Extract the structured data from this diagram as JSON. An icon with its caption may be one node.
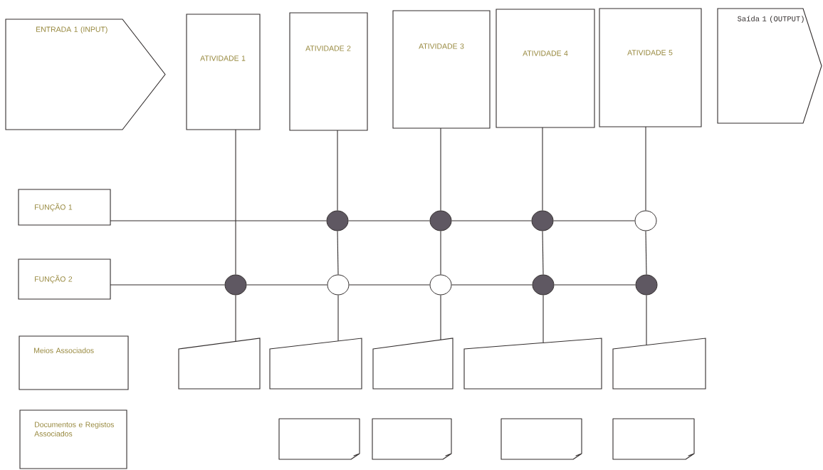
{
  "diagram": {
    "nodes": [
      {
        "text": [
          "ENTRADA 1 (INPUT)"
        ]
      },
      {
        "text": [
          "ATIVIDADE 1"
        ]
      },
      {
        "text": [
          "ATIVIDADE 2"
        ]
      },
      {
        "text": [
          "ATIVIDADE 3"
        ]
      },
      {
        "text": [
          "ATIVIDADE 4"
        ]
      },
      {
        "text": [
          "ATIVIDADE 5"
        ]
      },
      {
        "text": [
          "Saída 1 (OUTPUT)"
        ]
      },
      {
        "text": [
          "FUNÇÃO 1"
        ]
      },
      {
        "text": [
          "FUNÇÃO 2"
        ]
      },
      {
        "text": [
          "Meios Associados"
        ]
      },
      {
        "text": [
          "Documentos e Registos Associados"
        ]
      },
      {
        "text": [],
        "shape": "dot"
      },
      {
        "text": [],
        "shape": "dot"
      },
      {
        "text": [],
        "shape": "dot"
      },
      {
        "text": [],
        "shape": "circle"
      },
      {
        "text": [],
        "shape": "dot"
      },
      {
        "text": [],
        "shape": "circle"
      },
      {
        "text": [],
        "shape": "circle"
      },
      {
        "text": [],
        "shape": "dot"
      },
      {
        "text": [],
        "shape": "dot"
      },
      {
        "text": [],
        "shape": "trapezoid"
      },
      {
        "text": [],
        "shape": "trapezoid"
      },
      {
        "text": [],
        "shape": "trapezoid"
      },
      {
        "text": [],
        "shape": "trapezoid"
      },
      {
        "text": [],
        "shape": "trapezoid"
      },
      {
        "text": [],
        "shape": "document"
      },
      {
        "text": [],
        "shape": "document"
      },
      {
        "text": [],
        "shape": "document"
      },
      {
        "text": [],
        "shape": "document"
      }
    ],
    "edges": [
      {
        "from": 1,
        "to": 15,
        "arrow": "none"
      },
      {
        "from": 15,
        "to": 20,
        "arrow": "none"
      },
      {
        "from": 2,
        "to": 11,
        "arrow": "none"
      },
      {
        "from": 11,
        "to": 16,
        "arrow": "none"
      },
      {
        "from": 16,
        "to": 21,
        "arrow": "none"
      },
      {
        "from": 3,
        "to": 12,
        "arrow": "none"
      },
      {
        "from": 12,
        "to": 17,
        "arrow": "none"
      },
      {
        "from": 17,
        "to": 22,
        "arrow": "none"
      },
      {
        "from": 4,
        "to": 13,
        "arrow": "none"
      },
      {
        "from": 13,
        "to": 18,
        "arrow": "none"
      },
      {
        "from": 18,
        "to": 23,
        "arrow": "none"
      },
      {
        "from": 5,
        "to": 14,
        "arrow": "none"
      },
      {
        "from": 14,
        "to": 19,
        "arrow": "none"
      },
      {
        "from": 19,
        "to": 24,
        "arrow": "none"
      },
      {
        "from": 7,
        "to": 11,
        "arrow": "none"
      },
      {
        "from": 11,
        "to": 12,
        "arrow": "none"
      },
      {
        "from": 12,
        "to": 13,
        "arrow": "none"
      },
      {
        "from": 13,
        "to": 14,
        "arrow": "none"
      },
      {
        "from": 8,
        "to": 15,
        "arrow": "none"
      },
      {
        "from": 15,
        "to": 16,
        "arrow": "none"
      },
      {
        "from": 16,
        "to": 17,
        "arrow": "none"
      },
      {
        "from": 17,
        "to": 18,
        "arrow": "none"
      },
      {
        "from": 18,
        "to": 19,
        "arrow": "none"
      }
    ]
  }
}
